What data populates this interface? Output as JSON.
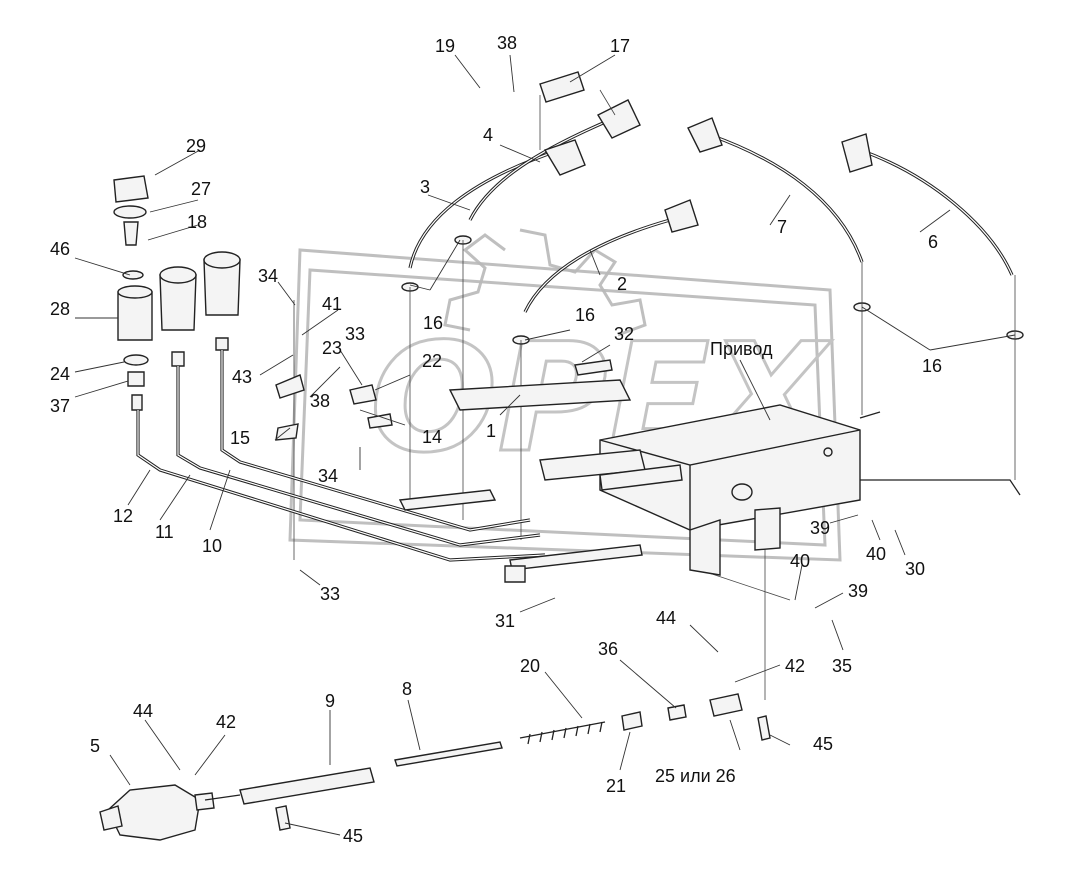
{
  "diagram": {
    "label_privod": "Привод",
    "label_25_26": "25 или 26",
    "watermark": "OPEX",
    "callouts": {
      "c1": "1",
      "c2": "2",
      "c3": "3",
      "c4": "4",
      "c5": "5",
      "c6": "6",
      "c7": "7",
      "c8": "8",
      "c9": "9",
      "c10": "10",
      "c11": "11",
      "c12": "12",
      "c14": "14",
      "c15": "15",
      "c16a": "16",
      "c16b": "16",
      "c16c": "16",
      "c17": "17",
      "c18": "18",
      "c19": "19",
      "c20": "20",
      "c21": "21",
      "c22": "22",
      "c23": "23",
      "c24": "24",
      "c27": "27",
      "c28": "28",
      "c29": "29",
      "c30": "30",
      "c31": "31",
      "c32": "32",
      "c33a": "33",
      "c33b": "33",
      "c34a": "34",
      "c34b": "34",
      "c35": "35",
      "c36": "36",
      "c37": "37",
      "c38a": "38",
      "c38b": "38",
      "c39a": "39",
      "c39b": "39",
      "c40a": "40",
      "c40b": "40",
      "c41": "41",
      "c42a": "42",
      "c42b": "42",
      "c43": "43",
      "c44a": "44",
      "c44b": "44",
      "c45a": "45",
      "c45b": "45",
      "c46": "46"
    }
  }
}
